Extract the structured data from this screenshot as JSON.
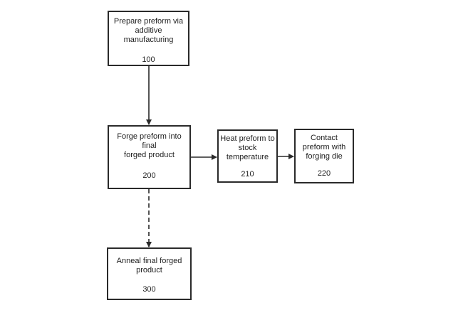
{
  "diagram": {
    "steps": [
      {
        "id": "100",
        "label": "Prepare preform via\nadditive\nmanufacturing"
      },
      {
        "id": "200",
        "label": "Forge preform into\nfinal\nforged product"
      },
      {
        "id": "210",
        "label": "Heat preform to\nstock\ntemperature"
      },
      {
        "id": "220",
        "label": "Contact\npreform with\nforging die"
      },
      {
        "id": "300",
        "label": "Anneal final forged\nproduct"
      }
    ],
    "connections": [
      {
        "from": "100",
        "to": "200",
        "style": "solid"
      },
      {
        "from": "200",
        "to": "210",
        "style": "solid"
      },
      {
        "from": "210",
        "to": "220",
        "style": "solid"
      },
      {
        "from": "200",
        "to": "300",
        "style": "dashed"
      }
    ],
    "colors": {
      "stroke": "#2a2a2a",
      "text": "#1e1e1e",
      "background": "#ffffff"
    }
  }
}
